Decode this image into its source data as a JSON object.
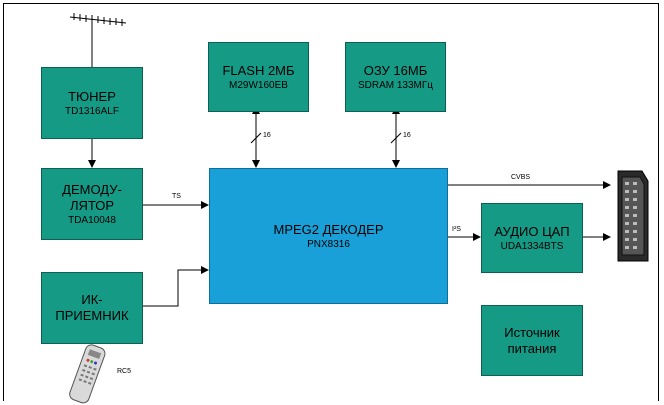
{
  "blocks": {
    "tuner": {
      "title": "ТЮНЕР",
      "model": "TD1316ALF"
    },
    "demod": {
      "title_line1": "ДЕМОДУ-",
      "title_line2": "ЛЯТОР",
      "model": "TDA10048"
    },
    "ir": {
      "title_line1": "ИК-",
      "title_line2": "ПРИЕМНИК"
    },
    "flash": {
      "title": "FLASH 2МБ",
      "model": "M29W160EB"
    },
    "ram": {
      "title": "ОЗУ 16МБ",
      "model": "SDRAM 133МГц"
    },
    "decoder": {
      "title": "MPEG2 ДЕКОДЕР",
      "model": "PNX8316"
    },
    "dac": {
      "title": "АУДИО ЦАП",
      "model": "UDA1334BTS"
    },
    "power": {
      "title_line1": "Источник",
      "title_line2": "питания"
    }
  },
  "labels": {
    "bus_flash": "16",
    "bus_ram": "16",
    "ts": "TS",
    "cvbs": "CVBS",
    "i2s": "I²S",
    "rc5": "RC5"
  },
  "icons": [
    "antenna-icon",
    "remote-control-icon",
    "scart-connector-icon"
  ],
  "colors": {
    "block": "#159a86",
    "decoder": "#1aa0d8",
    "line": "#000000"
  }
}
